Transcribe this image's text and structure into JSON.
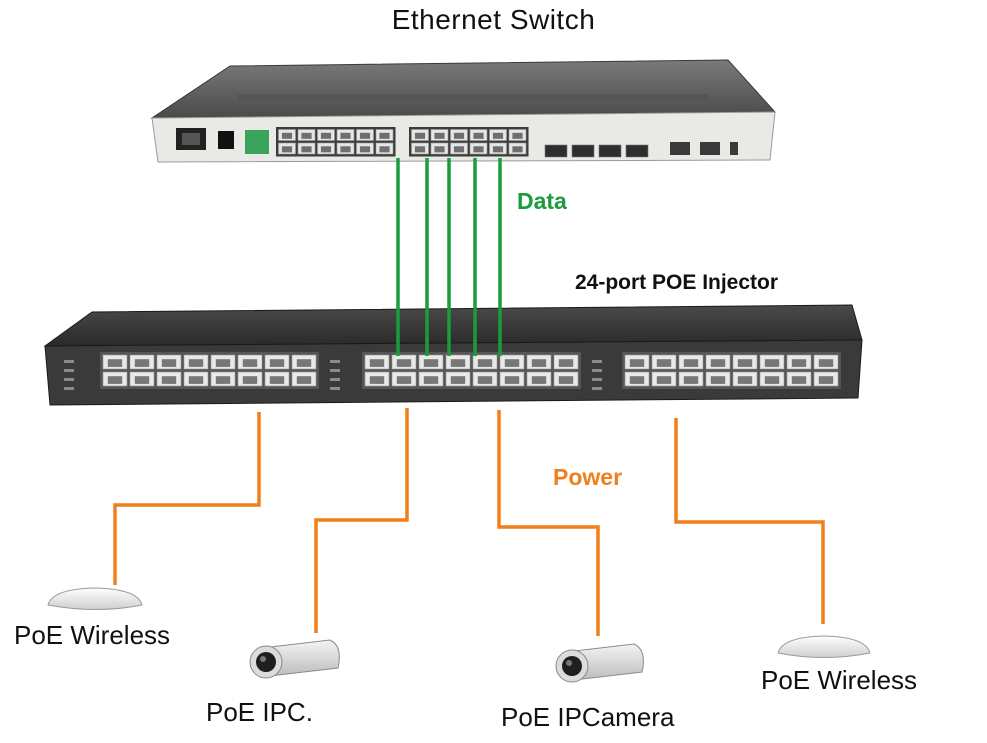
{
  "title": "Ethernet Switch",
  "data_label": "Data",
  "injector_label": "24-port POE Injector",
  "power_label": "Power",
  "devices": [
    {
      "label": "PoE Wireless",
      "type": "access-point"
    },
    {
      "label": "PoE IPC.",
      "type": "ip-camera"
    },
    {
      "label": "PoE IPCamera",
      "type": "ip-camera"
    },
    {
      "label": "PoE Wireless",
      "type": "access-point"
    }
  ],
  "colors": {
    "data_line": "#1a9b3c",
    "power_line": "#f07f1c",
    "switch_body": "#5a5a5a",
    "injector_body": "#2f2f2f"
  }
}
